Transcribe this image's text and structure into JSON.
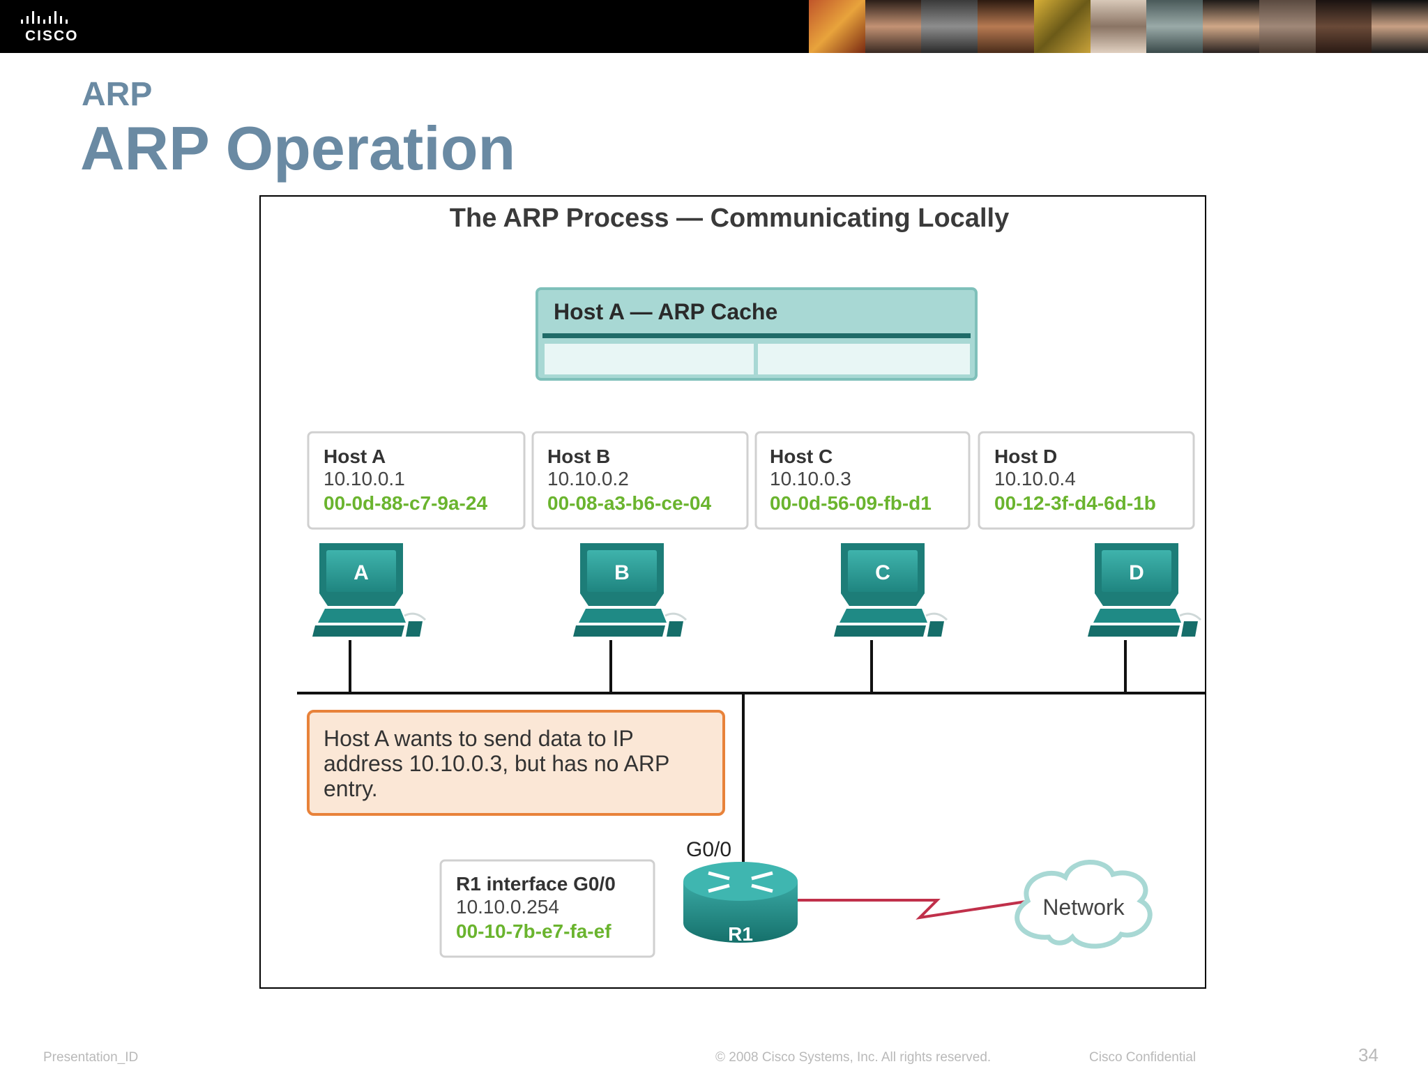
{
  "header": {
    "brand": "CISCO"
  },
  "slide": {
    "kicker": "ARP",
    "title": "ARP Operation"
  },
  "diagram": {
    "title": "The ARP Process — Communicating Locally",
    "cache_title": "Host A — ARP Cache",
    "hosts": [
      {
        "name": "Host A",
        "ip": "10.10.0.1",
        "mac": "00-0d-88-c7-9a-24",
        "label": "A"
      },
      {
        "name": "Host B",
        "ip": "10.10.0.2",
        "mac": "00-08-a3-b6-ce-04",
        "label": "B"
      },
      {
        "name": "Host C",
        "ip": "10.10.0.3",
        "mac": "00-0d-56-09-fb-d1",
        "label": "C"
      },
      {
        "name": "Host D",
        "ip": "10.10.0.4",
        "mac": "00-12-3f-d4-6d-1b",
        "label": "D"
      }
    ],
    "message": [
      "Host A wants to send data to IP",
      "address 10.10.0.3, but has no ARP",
      "entry."
    ],
    "router": {
      "interface_title": "R1 interface G0/0",
      "ip": "10.10.0.254",
      "mac": "00-10-7b-e7-fa-ef",
      "port_label": "G0/0",
      "name": "R1"
    },
    "network_label": "Network",
    "colors": {
      "teal": "#2a9a96",
      "mac_green": "#6ab42e",
      "message_border": "#e8823a",
      "message_fill": "#fbe7d6",
      "serial_link": "#c0304a"
    }
  },
  "footer": {
    "presentation_id": "Presentation_ID",
    "copyright": "© 2008 Cisco Systems, Inc. All rights reserved.",
    "confidential": "Cisco Confidential",
    "page": "34"
  }
}
